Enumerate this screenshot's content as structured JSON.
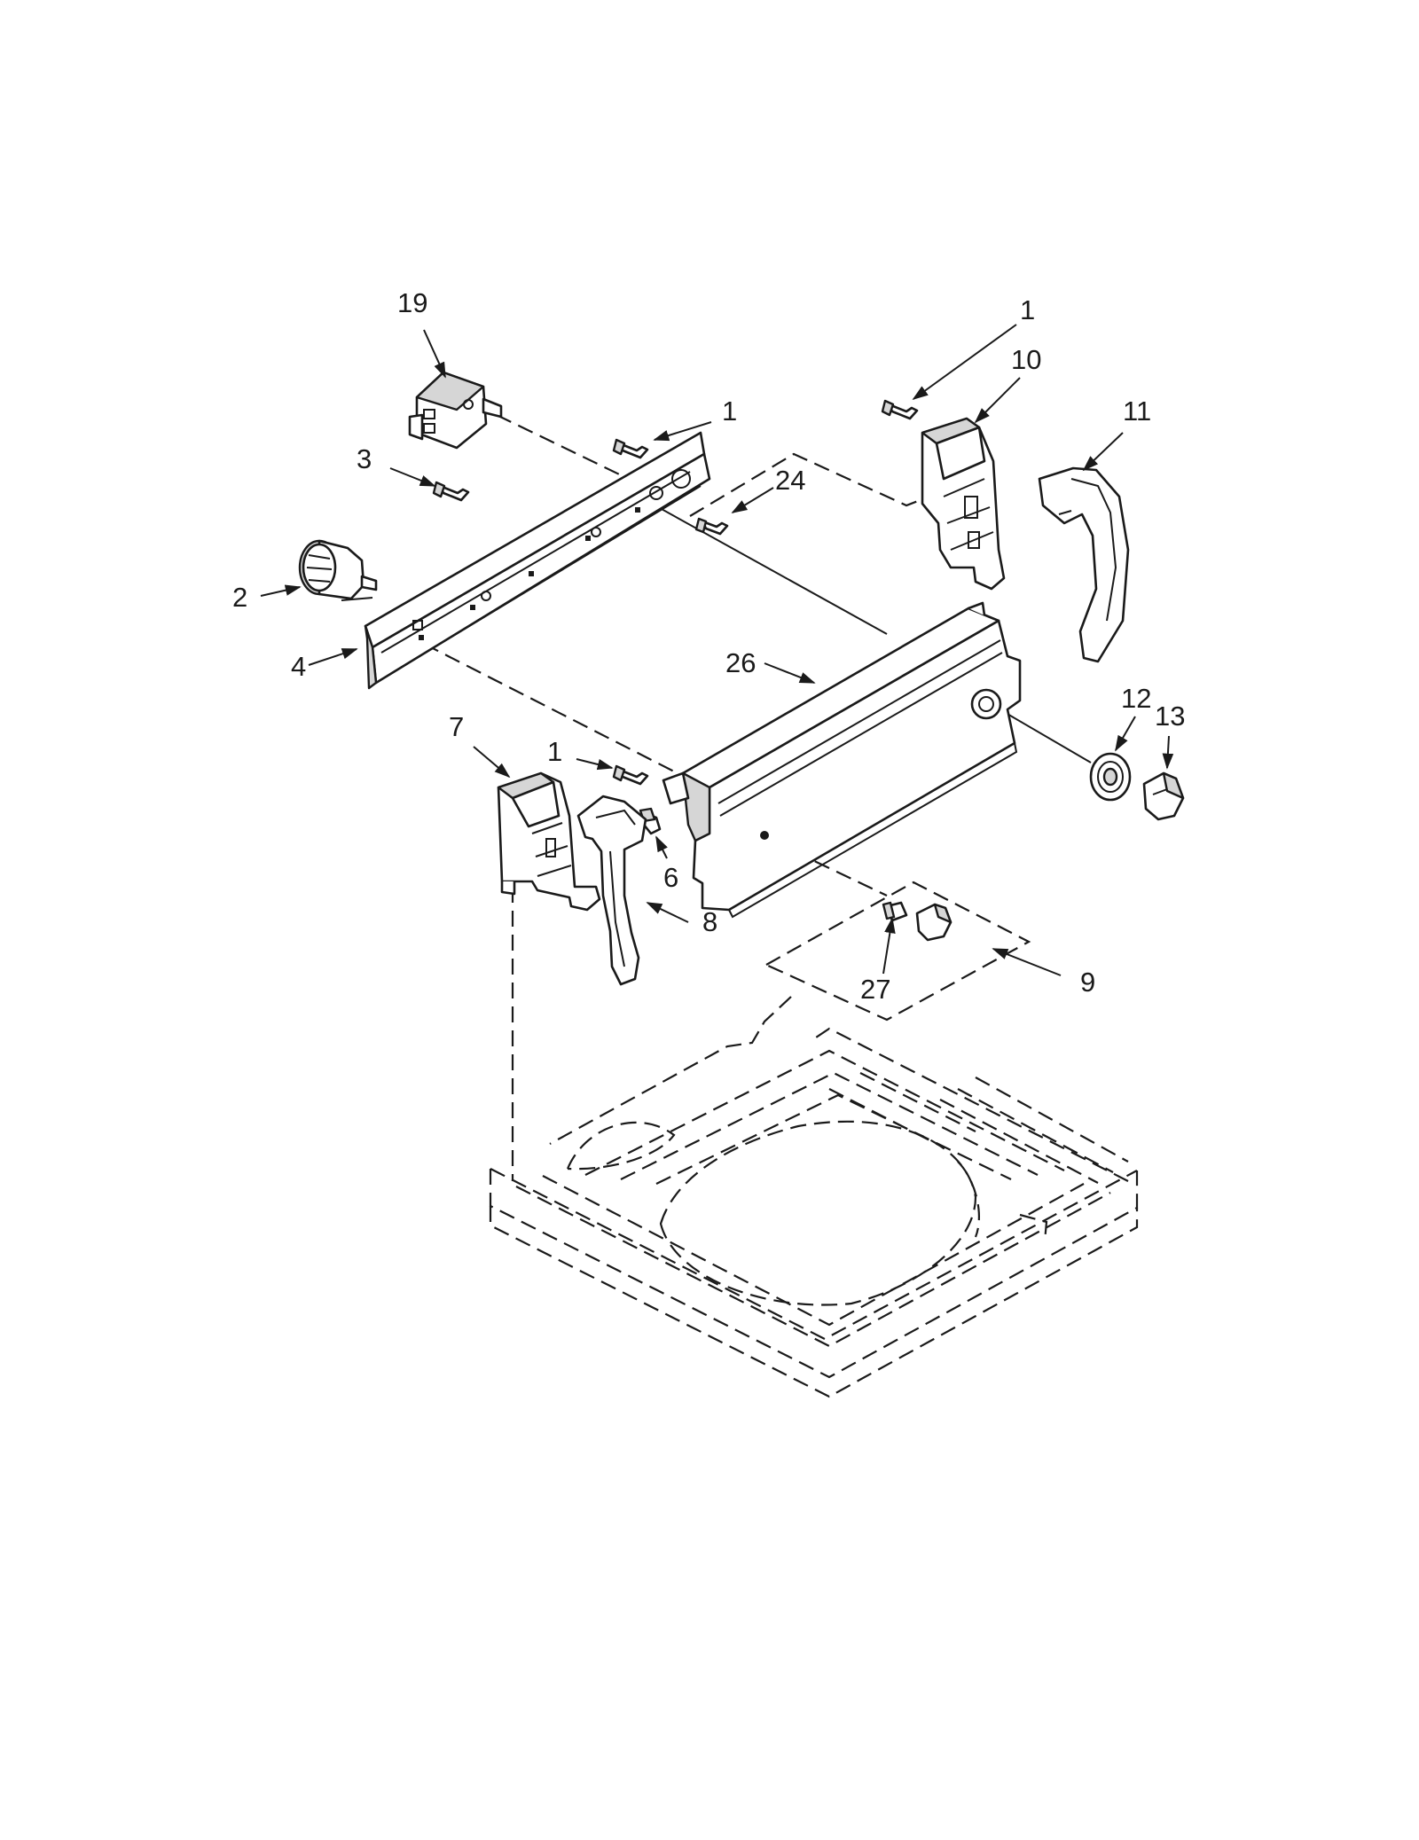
{
  "callouts": [
    {
      "id": "c-19",
      "label": "19"
    },
    {
      "id": "c-1a",
      "label": "1"
    },
    {
      "id": "c-1b",
      "label": "1"
    },
    {
      "id": "c-1c",
      "label": "1"
    },
    {
      "id": "c-10",
      "label": "10"
    },
    {
      "id": "c-11",
      "label": "11"
    },
    {
      "id": "c-3",
      "label": "3"
    },
    {
      "id": "c-24",
      "label": "24"
    },
    {
      "id": "c-2",
      "label": "2"
    },
    {
      "id": "c-4",
      "label": "4"
    },
    {
      "id": "c-26",
      "label": "26"
    },
    {
      "id": "c-12",
      "label": "12"
    },
    {
      "id": "c-13",
      "label": "13"
    },
    {
      "id": "c-7",
      "label": "7"
    },
    {
      "id": "c-6",
      "label": "6"
    },
    {
      "id": "c-8",
      "label": "8"
    },
    {
      "id": "c-27",
      "label": "27"
    },
    {
      "id": "c-9",
      "label": "9"
    }
  ]
}
